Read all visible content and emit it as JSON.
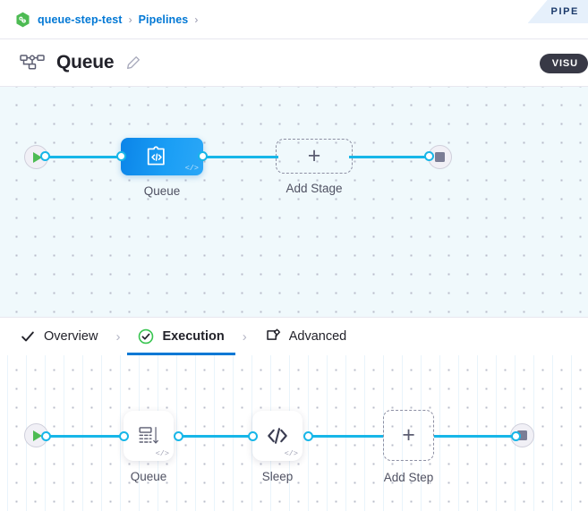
{
  "breadcrumb": {
    "logo_icon": "harness-hexagon-logo",
    "items": [
      {
        "label": "queue-step-test"
      },
      {
        "label": "Pipelines"
      }
    ],
    "separator": "›"
  },
  "studio_tab": {
    "label": "PIPE"
  },
  "header": {
    "pipeline_icon": "pipeline-graph-icon",
    "title": "Queue",
    "edit_icon": "pencil-edit-icon",
    "visual_button": "VISU"
  },
  "stage_canvas": {
    "start_node": {
      "name": "pipeline-start-node",
      "icon": "play-icon"
    },
    "nodes": [
      {
        "id": "queue-stage",
        "label": "Queue",
        "type": "stage",
        "badge": "</>"
      },
      {
        "id": "add-stage",
        "label": "Add Stage",
        "type": "add",
        "glyph": "+"
      }
    ],
    "end_node": {
      "name": "pipeline-end-node",
      "icon": "stop-icon"
    }
  },
  "tabs": {
    "items": [
      {
        "id": "overview",
        "label": "Overview",
        "icon": "check-icon",
        "active": false
      },
      {
        "id": "execution",
        "label": "Execution",
        "icon": "check-circle-green-icon",
        "active": true
      },
      {
        "id": "advanced",
        "label": "Advanced",
        "icon": "box-gear-icon",
        "active": false
      }
    ],
    "separator": "›",
    "active_underline_color": "#0278d5"
  },
  "step_canvas": {
    "start_node": {
      "name": "step-start-node",
      "icon": "play-icon"
    },
    "nodes": [
      {
        "id": "queue-step",
        "label": "Queue",
        "type": "step",
        "icon": "queue-icon",
        "badge": "</>"
      },
      {
        "id": "sleep-step",
        "label": "Sleep",
        "type": "step",
        "icon": "code-icon",
        "badge": "</>"
      },
      {
        "id": "add-step",
        "label": "Add Step",
        "type": "add",
        "glyph": "+"
      }
    ],
    "end_node": {
      "name": "step-end-node",
      "icon": "stop-icon"
    }
  },
  "colors": {
    "link_blue": "#0278d5",
    "edge_cyan": "#17b6e8",
    "node_blue": "#1a9ef5",
    "success_green": "#4dbb53",
    "dark_pill": "#383946"
  }
}
